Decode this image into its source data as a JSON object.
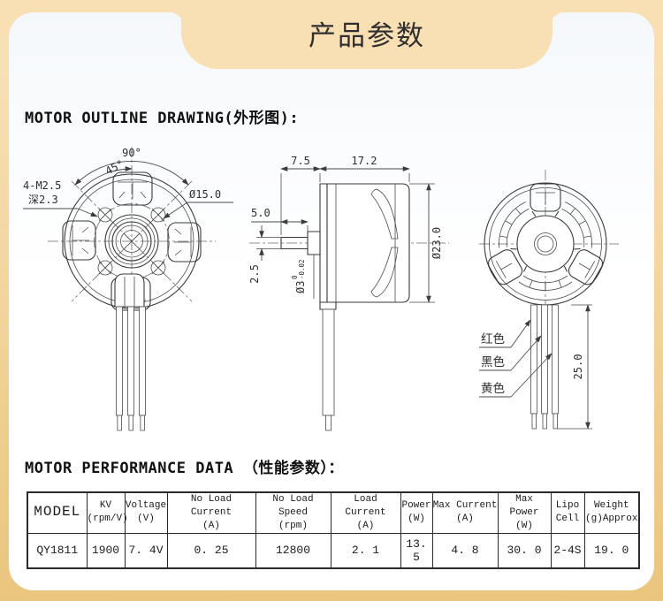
{
  "header": {
    "title": "产品参数"
  },
  "outline": {
    "heading": "MOTOR OUTLINE DRAWING(外形图):",
    "front": {
      "angle90": "90°",
      "angle45": "45°",
      "screw_note_line1": "4-M2.5",
      "screw_note_line2": "深2.3",
      "bolt_circle_dia": "Ø15.0"
    },
    "side": {
      "front_section_len": "7.5",
      "body_len": "17.2",
      "shaft_exposed_len": "5.0",
      "shaft_step": "2.5",
      "shaft_dia": "Ø3",
      "shaft_tol_upper": "0",
      "shaft_tol_lower": "-0.02",
      "body_dia": "Ø23.0"
    },
    "back": {
      "wire_red": "红色",
      "wire_black": "黑色",
      "wire_yellow": "黄色",
      "wire_length": "25.0"
    }
  },
  "performance": {
    "heading": "MOTOR PERFORMANCE DATA （性能参数）：",
    "table": {
      "headers": [
        {
          "l1": "MODEL",
          "l2": ""
        },
        {
          "l1": "KV",
          "l2": "(rpm/V)"
        },
        {
          "l1": "Voltage",
          "l2": "(V)"
        },
        {
          "l1": "No Load Current",
          "l2": "(A)"
        },
        {
          "l1": "No Load Speed",
          "l2": "(rpm)"
        },
        {
          "l1": "Load Current",
          "l2": "(A)"
        },
        {
          "l1": "Power",
          "l2": "(W)"
        },
        {
          "l1": "Max Current",
          "l2": "(A)"
        },
        {
          "l1": "Max Power",
          "l2": "(W)"
        },
        {
          "l1": "Lipo",
          "l2": "Cell"
        },
        {
          "l1": "Weight",
          "l2": "(g)Approx"
        }
      ],
      "row": [
        "QY1811",
        "1900",
        "7. 4V",
        "0. 25",
        "12800",
        "2. 1",
        "13. 5",
        "4. 8",
        "30. 0",
        "2-4S",
        "19. 0"
      ]
    }
  }
}
